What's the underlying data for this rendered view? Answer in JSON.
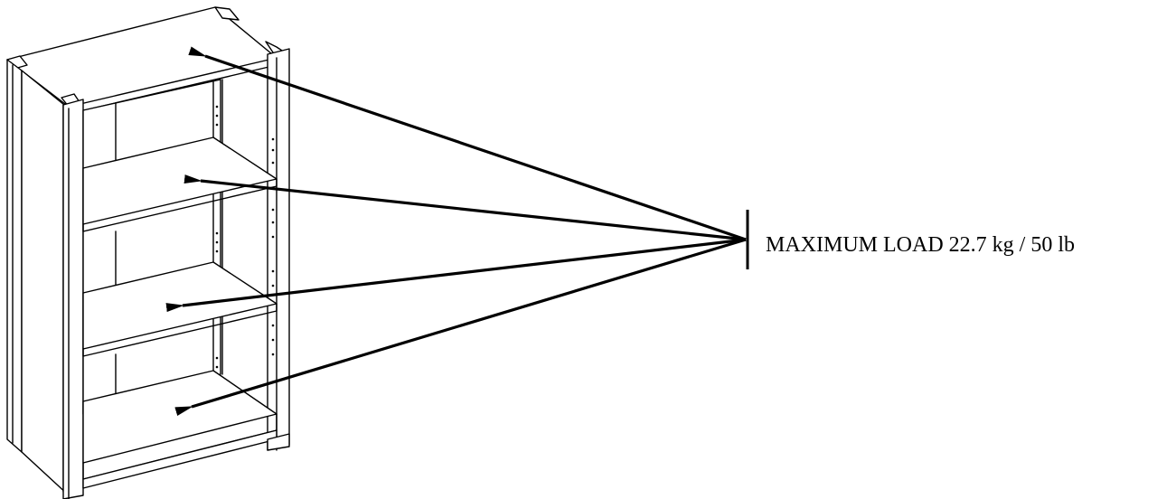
{
  "callout": {
    "text": "MAXIMUM LOAD 22.7 kg / 50 lb"
  },
  "colors": {
    "ink": "#000000",
    "background": "#ffffff"
  },
  "shelves": [
    {
      "name": "top-shelf"
    },
    {
      "name": "shelf-2"
    },
    {
      "name": "shelf-3"
    },
    {
      "name": "bottom-shelf"
    }
  ]
}
